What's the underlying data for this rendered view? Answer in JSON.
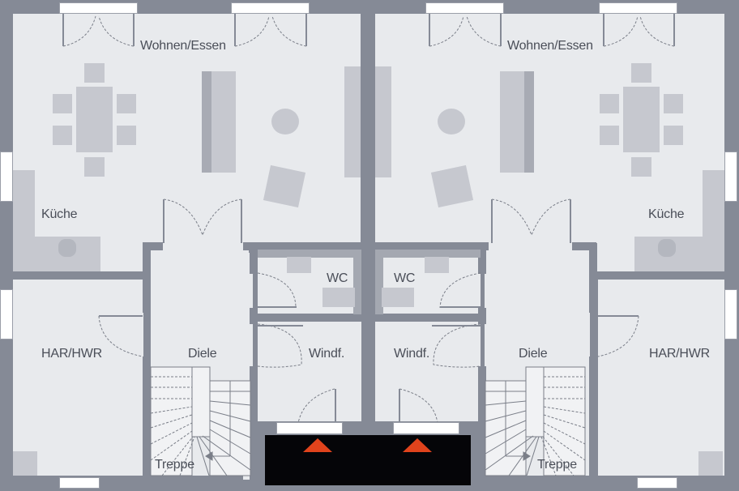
{
  "plan": {
    "units": [
      {
        "side": "left",
        "rooms": {
          "wohnen": "Wohnen/Essen",
          "kueche": "Küche",
          "wc": "WC",
          "har": "HAR/HWR",
          "diele": "Diele",
          "windfang": "Windf.",
          "treppe": "Treppe"
        }
      },
      {
        "side": "right",
        "rooms": {
          "wohnen": "Wohnen/Essen",
          "kueche": "Küche",
          "wc": "WC",
          "har": "HAR/HWR",
          "diele": "Diele",
          "windfang": "Windf.",
          "treppe": "Treppe"
        }
      }
    ],
    "entrance_markers": [
      "entrance-arrow-left",
      "entrance-arrow-right"
    ],
    "colors": {
      "wall": "#858a96",
      "floor": "#e8eaed",
      "furniture": "#c6c8cf",
      "entrance_marker": "#e0431c",
      "entrance_block": "#050508"
    }
  }
}
